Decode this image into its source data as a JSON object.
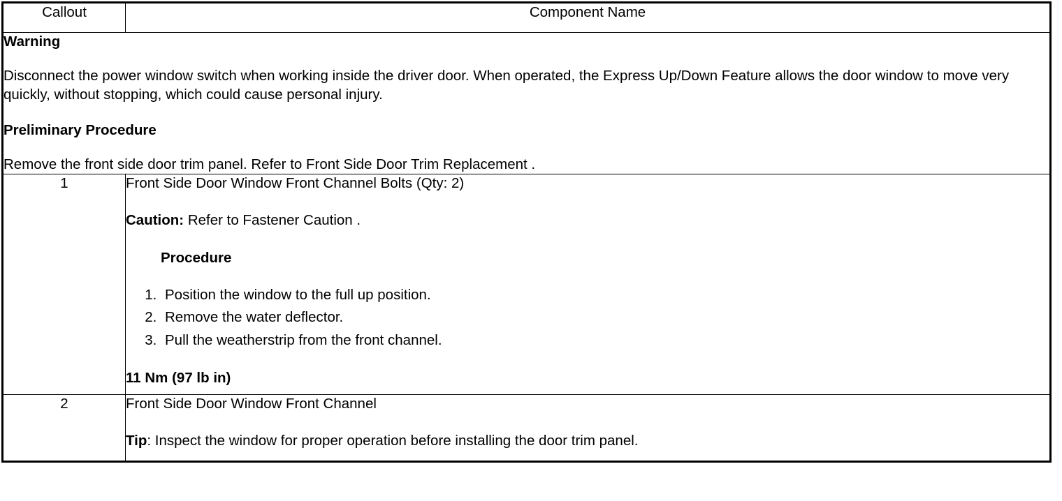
{
  "table": {
    "headers": {
      "callout": "Callout",
      "component_name": "Component Name"
    },
    "notice": {
      "warning_heading": "Warning",
      "warning_text": "Disconnect the power window switch when working inside the driver door. When operated, the Express Up/Down Feature allows the door window to move very quickly, without stopping, which could cause personal injury.",
      "preliminary_heading": "Preliminary Procedure",
      "preliminary_text": "Remove the front side door trim panel. Refer to Front Side Door Trim Replacement ."
    },
    "rows": [
      {
        "callout": "1",
        "component_title": "Front Side Door Window Front Channel Bolts (Qty: 2)",
        "caution_label": "Caution:",
        "caution_text": " Refer to Fastener Caution .",
        "procedure_heading": "Procedure",
        "steps": [
          "Position the window to the full up position.",
          "Remove the water deflector.",
          "Pull the weatherstrip from the front channel."
        ],
        "torque": "11 Nm (97 lb in)"
      },
      {
        "callout": "2",
        "component_title": "Front Side Door Window Front Channel",
        "tip_label": "Tip",
        "tip_text": ": Inspect the window for proper operation before installing the door trim panel."
      }
    ]
  }
}
